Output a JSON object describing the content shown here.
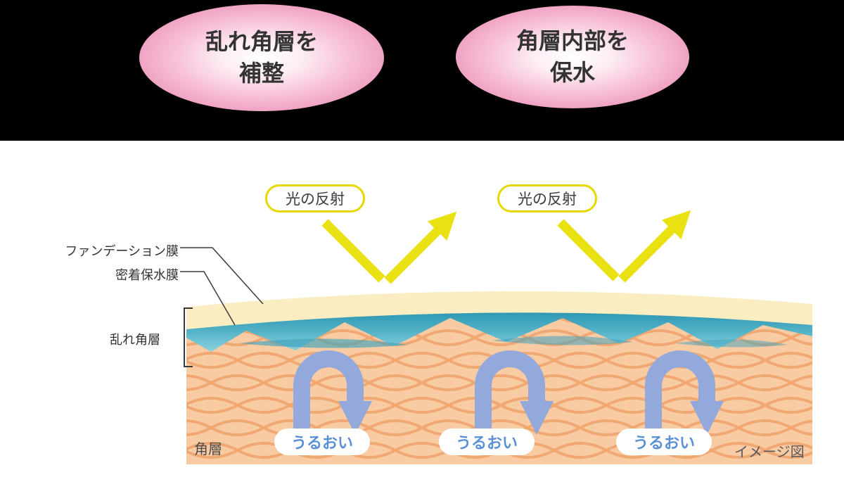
{
  "header": {
    "bubbles": [
      {
        "line1": "乱れ角層を",
        "line2": "補整"
      },
      {
        "line1": "角層内部を",
        "line2": "保水"
      }
    ]
  },
  "diagram": {
    "reflection_labels": [
      "光の反射",
      "光の反射"
    ],
    "labels": {
      "foundation_film": "ファンデーション膜",
      "moisture_film": "密着保水膜",
      "rough_stratum": "乱れ角層",
      "stratum": "角層",
      "image_note": "イメージ図"
    },
    "moisture_pills": [
      "うるおい",
      "うるおい",
      "うるおい"
    ]
  },
  "colors": {
    "banner_black": "#000000",
    "bubble_pink": "#F0A3C3",
    "reflection_yellow": "#E9E112",
    "foundation_cream": "#FAEDC2",
    "moisture_teal": "#4FAEC4",
    "skin_peach": "#F8CBA3",
    "skin_mesh_orange": "#EFA26B",
    "arrow_blue": "#93A9DB",
    "moisture_text_blue": "#5B8FD6"
  }
}
